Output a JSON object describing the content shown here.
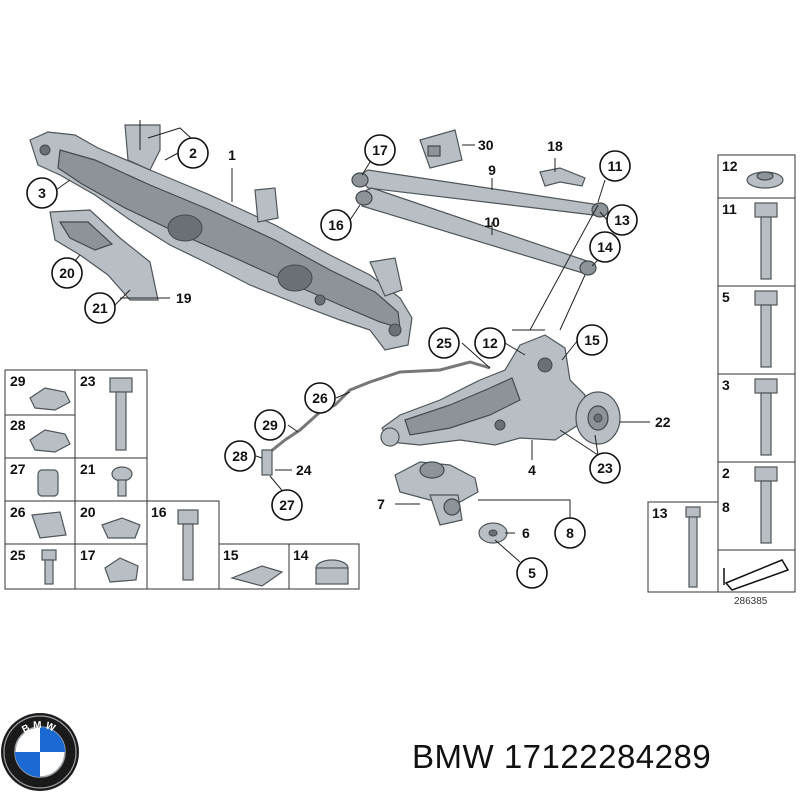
{
  "brand": {
    "name": "BMW",
    "part_number": "17122284289",
    "logo_text": "BMW"
  },
  "figure_ref": "286385",
  "colors": {
    "part_fill": "#b9bec4",
    "part_stroke": "#50555b",
    "text": "#111111",
    "logo_blue": "#1c69d4"
  },
  "callouts": {
    "c1": "1",
    "c2": "2",
    "c3": "3",
    "c20": "20",
    "c21": "21",
    "c19": "19",
    "c30": "30",
    "c17": "17",
    "c9": "9",
    "c18": "18",
    "c11": "11",
    "c16": "16",
    "c10": "10",
    "c13": "13",
    "c14": "14",
    "c25": "25",
    "c12": "12",
    "c15": "15",
    "c26": "26",
    "c29": "29",
    "c28": "28",
    "c24": "24",
    "c27": "27",
    "c22": "22",
    "c23": "23",
    "c4": "4",
    "c7": "7",
    "c8": "8",
    "c6": "6",
    "c5": "5"
  },
  "left_table": [
    "29",
    "23",
    "28",
    "27",
    "21",
    "26",
    "20",
    "16",
    "25",
    "17",
    "15",
    "14"
  ],
  "right_column": [
    "12",
    "11",
    "5",
    "3",
    "2",
    "8",
    "13"
  ]
}
